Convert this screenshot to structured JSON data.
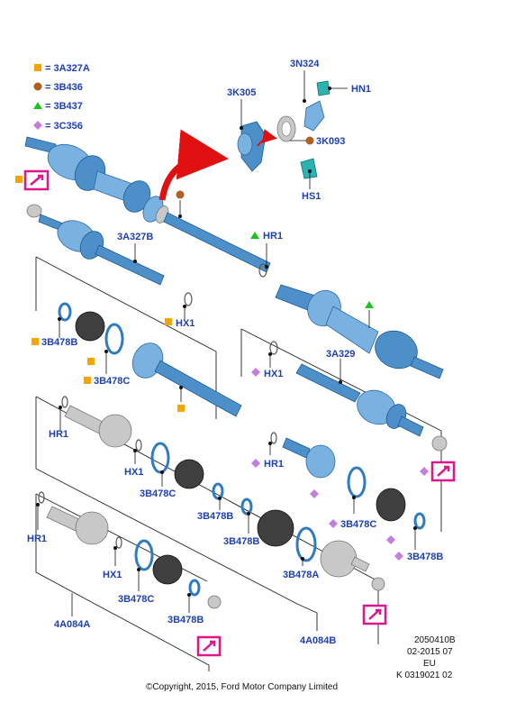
{
  "legend": [
    {
      "text": "= 3A327A",
      "symbol": "square",
      "color": "#f5a400"
    },
    {
      "text": "= 3B436",
      "symbol": "circle",
      "color": "#b0601e"
    },
    {
      "text": "= 3B437",
      "symbol": "triangle",
      "color": "#1ec21e"
    },
    {
      "text": "= 3C356",
      "symbol": "diamond",
      "color": "#c47ee0"
    }
  ],
  "labels": {
    "hub_3k305": "3K305",
    "nut_3n324": "3N324",
    "hn1": "HN1",
    "bearing_3k093": "3K093",
    "hs1": "HS1",
    "shaft_3a327b": "3A327B",
    "hr1_top": "HR1",
    "hx1_left": "HX1",
    "clamp_3b478b_left": "3B478B",
    "clamp_3b478c_left": "3B478C",
    "shaft_3a329": "3A329",
    "hx1_right": "HX1",
    "hr1_kit1": "HR1",
    "hx1_kit1": "HX1",
    "clamp_3b478c_kit1": "3B478C",
    "clamp_3b478b_kit1": "3B478B",
    "clamp_3b478b_kit1b": "3B478B",
    "clamp_3b478a_kit1": "3B478A",
    "kit_4a084b": "4A084B",
    "hr1_right2": "HR1",
    "clamp_3b478c_right": "3B478C",
    "clamp_3b478b_right": "3B478B",
    "hr1_kit2": "HR1",
    "hx1_kit2": "HX1",
    "clamp_3b478c_kit2": "3B478C",
    "clamp_3b478b_kit2": "3B478B",
    "kit_4a084a": "4A084A"
  },
  "meta": {
    "line1": "2050410B",
    "line2": "02-2015 07",
    "line3": "EU",
    "line4": "K 0319021 02"
  },
  "copyright": "©Copyright, 2015, Ford Motor Company Limited",
  "colors": {
    "label": "#1f3fb4",
    "orange": "#f5a400",
    "brown": "#b0601e",
    "green": "#1ec21e",
    "lilac": "#c47ee0",
    "magenta": "#e0148c",
    "arrow_red": "#e01010"
  },
  "icons": [
    "grease-tool-icon",
    "red-curved-arrow-icon"
  ]
}
